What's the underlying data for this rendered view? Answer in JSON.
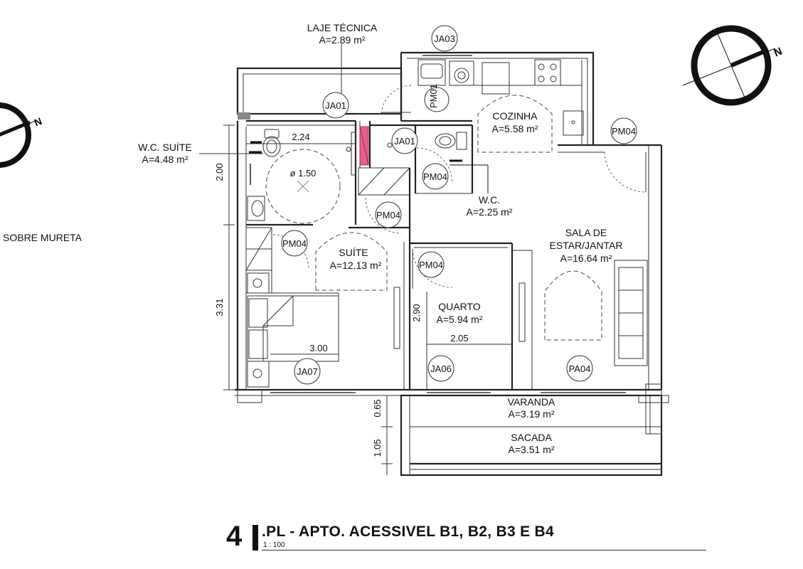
{
  "title": {
    "number": "4",
    "text": ".PL - APTO. ACESSIVEL B1, B2, B3 E B4",
    "scale": "1 : 100"
  },
  "rooms": {
    "laje_tecnica": {
      "name": "LAJE TÉCNICA",
      "area": "A=2.89 m²"
    },
    "wc_suite": {
      "name": "W.C. SUÍTE",
      "area": "A=4.48 m²"
    },
    "cozinha": {
      "name": "COZINHA",
      "area": "A=5.58 m²"
    },
    "wc": {
      "name": "W.C.",
      "area": "A=2.25 m²"
    },
    "suite": {
      "name": "SUÍTE",
      "area": "A=12.13 m²"
    },
    "sala": {
      "line1": "SALA DE",
      "line2": "ESTAR/JANTAR",
      "area": "A=16.64 m²"
    },
    "quarto": {
      "name": "QUARTO",
      "area": "A=5.94 m²"
    },
    "varanda": {
      "name": "VARANDA",
      "area": "A=3.19 m²"
    },
    "sacada": {
      "name": "SACADA",
      "area": "A=3.51 m²"
    }
  },
  "tags": {
    "ja03": "JA03",
    "ja01_top": "JA01",
    "ja01_wc": "JA01",
    "pm01": "PM01",
    "pm04_entry": "PM04",
    "pm04_wc": "PM04",
    "pm04_suite_wc": "PM04",
    "pm04_suite": "PM04",
    "pm04_quarto": "PM04",
    "ja07": "JA07",
    "ja06": "JA06",
    "pa04": "PA04"
  },
  "dimensions": {
    "wc_suite_width": "2.24",
    "wc_suite_height": "2.00",
    "turning_circle": "ø 1.50",
    "suite_height": "3.31",
    "suite_width": "3.00",
    "quarto_height": "2.90",
    "quarto_width": "2.05",
    "varanda_depth": "0.65",
    "sacada_depth": "1.05"
  },
  "notes": {
    "sobre_mureta": "SOBRE MURETA"
  },
  "colors": {
    "shaft": "#e8608a",
    "wall": "#222222"
  }
}
